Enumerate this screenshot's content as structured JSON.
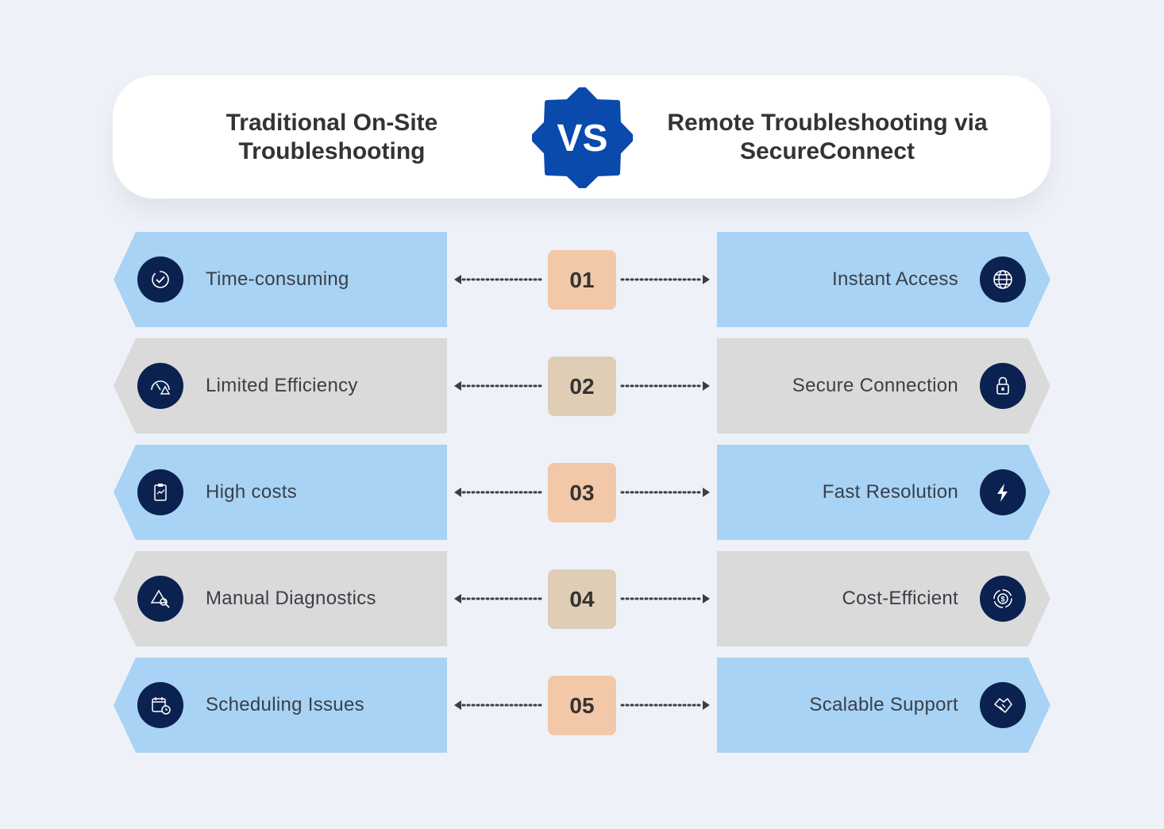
{
  "header": {
    "left_title": "Traditional On-Site Troubleshooting",
    "vs_label": "VS",
    "right_title": "Remote Troubleshooting via SecureConnect"
  },
  "rows": [
    {
      "number": "01",
      "left": "Time-consuming",
      "left_icon": "clock-check-icon",
      "right": "Instant Access",
      "right_icon": "globe-icon"
    },
    {
      "number": "02",
      "left": "Limited Efficiency",
      "left_icon": "gauge-warning-icon",
      "right": "Secure Connection",
      "right_icon": "lock-icon"
    },
    {
      "number": "03",
      "left": "High costs",
      "left_icon": "cost-clipboard-icon",
      "right": "Fast Resolution",
      "right_icon": "lightning-icon"
    },
    {
      "number": "04",
      "left": "Manual Diagnostics",
      "left_icon": "diagnostic-search-icon",
      "right": "Cost-Efficient",
      "right_icon": "money-cycle-icon"
    },
    {
      "number": "05",
      "left": "Scheduling Issues",
      "left_icon": "calendar-clock-icon",
      "right": "Scalable Support",
      "right_icon": "handshake-icon"
    }
  ],
  "colors": {
    "blue": "#a8d3f5",
    "gray": "#dadada",
    "navy": "#0b2150",
    "vs": "#0a4aad",
    "peach": "#f3c8a8",
    "tan": "#e0cdb5"
  }
}
